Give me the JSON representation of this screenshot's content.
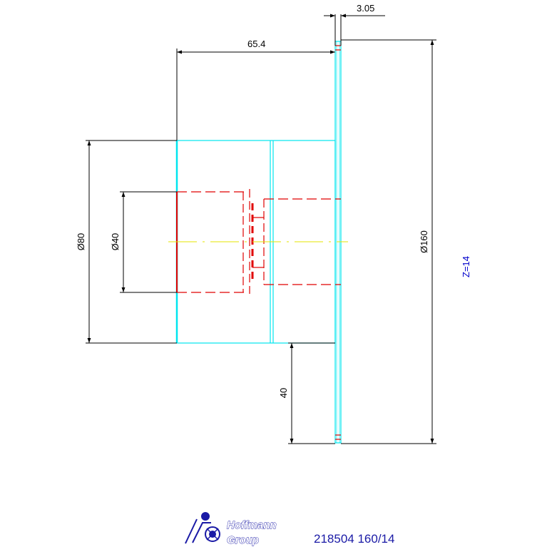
{
  "dimensions": {
    "disc_width": "3.05",
    "overall_length": "65.4",
    "hub_diameter": "Ø80",
    "bore_diameter": "Ø40",
    "outer_diameter": "Ø160",
    "radial_depth": "40"
  },
  "tooth_count": "Z=14",
  "logo": {
    "line1": "Hoffmann",
    "line2": "Group"
  },
  "part_number": "218504 160/14",
  "colors": {
    "outline": "#00e5ee",
    "hidden": "#e00000",
    "dimension": "#000000",
    "centerline": "#e6e600",
    "label": "#0000cc"
  }
}
